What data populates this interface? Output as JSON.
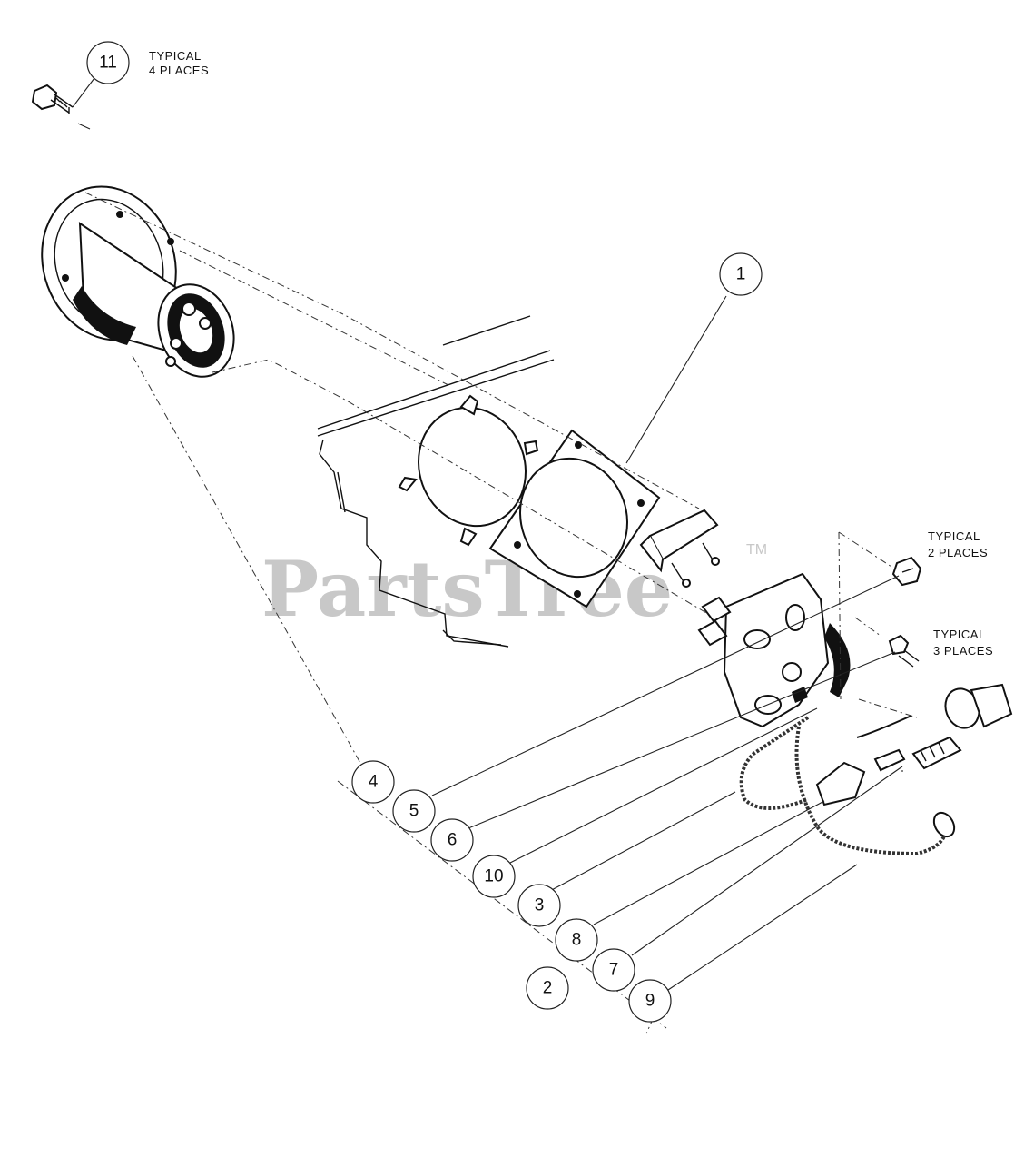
{
  "watermark": {
    "text": "PartsTree",
    "tm": "TM"
  },
  "notes": {
    "typical_4": [
      "TYPICAL",
      "4 PLACES"
    ],
    "typical_2": [
      "TYPICAL",
      "2 PLACES"
    ],
    "typical_3": [
      "TYPICAL",
      "3 PLACES"
    ]
  },
  "callouts": {
    "c1": "1",
    "c2": "2",
    "c3": "3",
    "c4": "4",
    "c5": "5",
    "c6": "6",
    "c7": "7",
    "c8": "8",
    "c9": "9",
    "c10": "10",
    "c11": "11"
  }
}
